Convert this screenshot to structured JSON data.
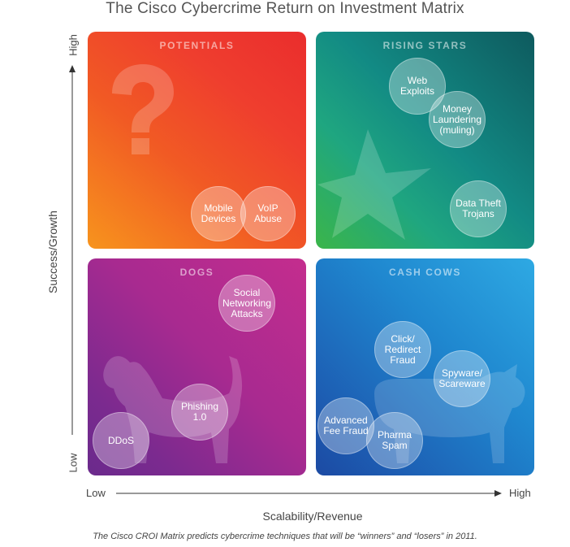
{
  "title": "The Cisco Cybercrime Return on Investment Matrix",
  "quadrants": {
    "potentials": {
      "label": "POTENTIALS",
      "items": [
        "Mobile\nDevices",
        "VoIP\nAbuse"
      ]
    },
    "rising_stars": {
      "label": "RISING STARS",
      "items": [
        "Web\nExploits",
        "Money\nLaundering\n(muling)",
        "Data Theft\nTrojans"
      ]
    },
    "dogs": {
      "label": "DOGS",
      "items": [
        "Social\nNetworking\nAttacks",
        "Phishing\n1.0",
        "DDoS"
      ]
    },
    "cash_cows": {
      "label": "CASH COWS",
      "items": [
        "Click/\nRedirect\nFraud",
        "Spyware/\nScareware",
        "Advanced\nFee Fraud",
        "Pharma\nSpam"
      ]
    }
  },
  "axes": {
    "y_label": "Success/Growth",
    "y_high": "High",
    "y_low": "Low",
    "x_label": "Scalability/Revenue",
    "x_low": "Low",
    "x_high": "High"
  },
  "caption": "The Cisco CROI Matrix predicts cybercrime techniques that will be “winners” and “losers” in 2011.",
  "colors": {
    "potentials": "#ef3e2e",
    "rising_stars": "#128a84",
    "dogs": "#a82a90",
    "cash_cows": "#1f87cf"
  }
}
